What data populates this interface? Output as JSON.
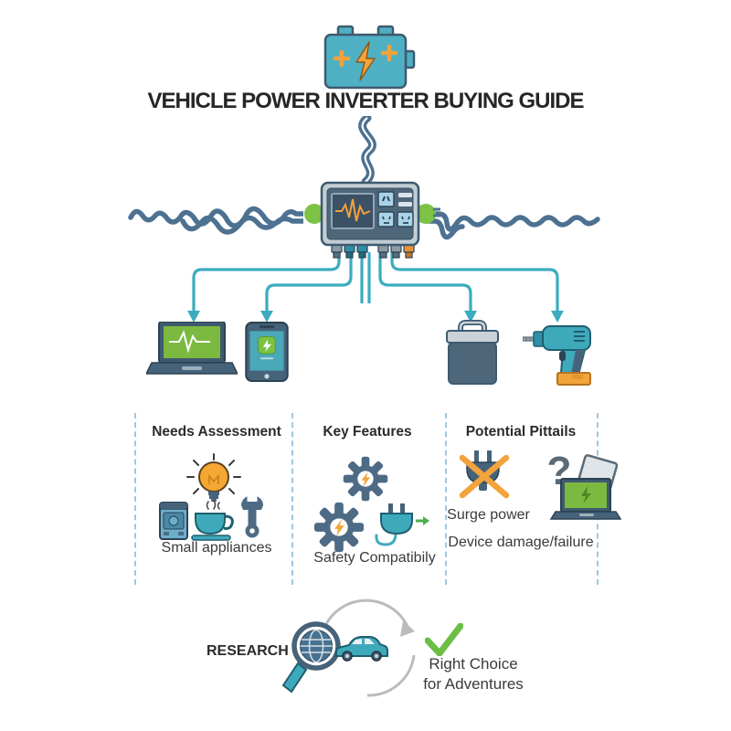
{
  "title": "VEHICLE POWER INVERTER BUYING GUIDE",
  "columns": [
    {
      "header": "Needs Assessment",
      "captions": [
        "Small appliances"
      ]
    },
    {
      "header": "Key Features",
      "captions": [
        "Safety Compatibily"
      ]
    },
    {
      "header": "Potential Pittails",
      "captions": [
        "Surge power",
        "Device damage/failure"
      ],
      "question_mark": "?"
    }
  ],
  "footer": {
    "label": "RESEARCH",
    "result_line1": "Right Choice",
    "result_line2": "for Adventures"
  },
  "icons": {
    "battery-icon": "car battery with lightning bolt and plus terminals",
    "cable-icon": "s-curved power cable",
    "inverter-icon": "power inverter box with display and AC sockets",
    "sine-wave-left-icon": "AC waveform wires",
    "sine-wave-right-icon": "AC waveform wires",
    "flow-arrows": "branching arrows to powered devices",
    "laptop-icon": "laptop with pulse on screen",
    "phone-icon": "smartphone charging",
    "cooler-icon": "portable cooler box",
    "drill-icon": "cordless power drill",
    "lightbulb-icon": "idea lightbulb",
    "appliance-icon": "small kitchen appliance",
    "coffee-cup-icon": "steaming coffee cup",
    "wrench-icon": "wrench",
    "gear-bolt-icon": "gear with lightning bolt",
    "plug-arrow-icon": "plug with green compatibility arrow",
    "crossed-plug-icon": "plug crossed out",
    "question-laptop-icon": "damaged laptop with question mark",
    "magnifier-globe-icon": "magnifying glass over globe",
    "car-icon": "car",
    "cycle-arrows-icon": "circular research arrows",
    "checkmark-icon": "green check mark"
  },
  "colors": {
    "teal": "#3FA9BC",
    "slate_blue": "#4D7191",
    "dark_slate": "#46637A",
    "arrow_teal": "#3BACBE",
    "green": "#7CC245",
    "check_green": "#6CBE45",
    "orange": "#F2A33C",
    "socket_blue": "#A9D3E9",
    "screen_green": "#7CB940",
    "text_dark": "#2E2E2E",
    "divider_blue": "#7FB3D5",
    "arc_gray": "#BBBBBB"
  }
}
